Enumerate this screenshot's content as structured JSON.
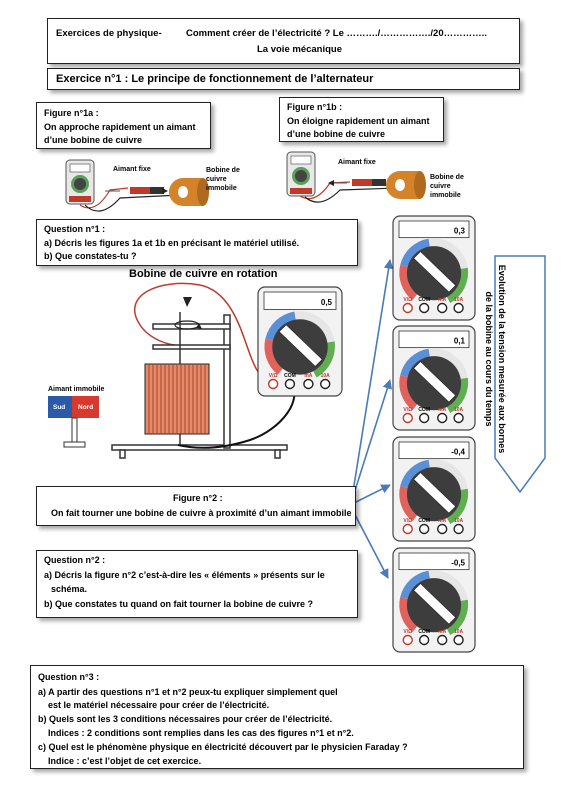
{
  "header": {
    "left": "Exercices de physique-",
    "title": "Comment créer de l’électricité ? Le ………./……………./20…………..",
    "subtitle": "La voie mécanique"
  },
  "exercise": {
    "title": "Exercice n°1 : Le principe de fonctionnement de l’alternateur"
  },
  "fig1a": {
    "title": "Figure n°1a :",
    "text": "On approche rapidement un aimant d’une bobine de cuivre",
    "magnet_label": "Aimant fixe",
    "coil_label": "Bobine de cuivre immobile"
  },
  "fig1b": {
    "title": "Figure n°1b :",
    "text": "On éloigne rapidement un aimant d’une bobine de cuivre",
    "magnet_label": "Aimant fixe",
    "coil_label": "Bobine de cuivre immobile"
  },
  "q1": {
    "title": "Question n°1 :",
    "a": "a) Décris les figures 1a et 1b en précisant le matériel utilisé.",
    "b": "b) Que constates-tu ?"
  },
  "fig2": {
    "heading": "Bobine de cuivre en rotation",
    "magnet_label": "Aimant immobile",
    "sud": "Sud",
    "nord": "Nord",
    "meter_value": "0,5",
    "title": "Figure n°2 :",
    "text": "On fait tourner une bobine de cuivre à proximité d’un aimant immobile"
  },
  "meters": [
    {
      "value": "0,3"
    },
    {
      "value": "0,1"
    },
    {
      "value": "-0,4"
    },
    {
      "value": "-0,5"
    }
  ],
  "meter_labels": {
    "vohm": "V/Ω",
    "com": "COM",
    "ma": "mA",
    "a10": "10A"
  },
  "evolution": {
    "text": "Evolution de la tension mesurée aux bornes de la bobine au cours du temps"
  },
  "q2": {
    "title": "Question n°2 :",
    "a1": "a) Décris la figure n°2 c’est-à-dire les « éléments » présents sur le",
    "a2": "schéma.",
    "b": "b) Que constates tu quand on fait tourner la bobine de cuivre ?"
  },
  "q3": {
    "title": "Question n°3 :",
    "a1": "a) A partir des questions n°1 et n°2 peux-tu expliquer simplement quel",
    "a2": "est le matériel nécessaire pour créer de l’électricité.",
    "b": "b) Quels sont les 3 conditions nécessaires pour créer de l’électricité.",
    "b_hint": "Indices : 2 conditions sont remplies dans les cas des figures n°1 et n°2.",
    "c": "c) Quel est le phénomène physique en électricité découvert par le physicien Faraday ?",
    "c_hint": "Indice : c’est l’objet de cet exercice."
  }
}
